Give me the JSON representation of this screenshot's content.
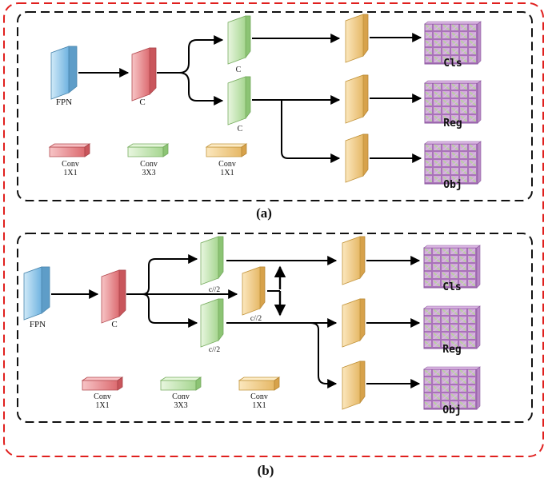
{
  "colors": {
    "outer_dash": "#e0201e",
    "panel_dash": "#111111",
    "fpn": "#8fc8ea",
    "conv1x1_red": "#ec8a8e",
    "conv3x3_green": "#c3e6b2",
    "conv1x1_yellow": "#f4d18e",
    "grid_a": "#d49bdc",
    "grid_b": "#c4d8a0",
    "arrow": "#000000"
  },
  "panel_a": {
    "caption": "(a)",
    "fpn_label": "FPN",
    "stem_label": "C",
    "branch_top_label": "C",
    "branch_bottom_label": "C",
    "outputs": [
      "Cls",
      "Reg",
      "Obj"
    ],
    "legend": [
      {
        "line1": "Conv",
        "line2": "1X1",
        "color": "red"
      },
      {
        "line1": "Conv",
        "line2": "3X3",
        "color": "green"
      },
      {
        "line1": "Conv",
        "line2": "1X1",
        "color": "yellow"
      }
    ]
  },
  "panel_b": {
    "caption": "(b)",
    "fpn_label": "FPN",
    "stem_label": "C",
    "branch_top_label": "c//2",
    "branch_mid_label": "c//2",
    "branch_bottom_label": "c//2",
    "outputs": [
      "Cls",
      "Reg",
      "Obj"
    ],
    "legend": [
      {
        "line1": "Conv",
        "line2": "1X1",
        "color": "red"
      },
      {
        "line1": "Conv",
        "line2": "3X3",
        "color": "green"
      },
      {
        "line1": "Conv",
        "line2": "1X1",
        "color": "yellow"
      }
    ]
  }
}
